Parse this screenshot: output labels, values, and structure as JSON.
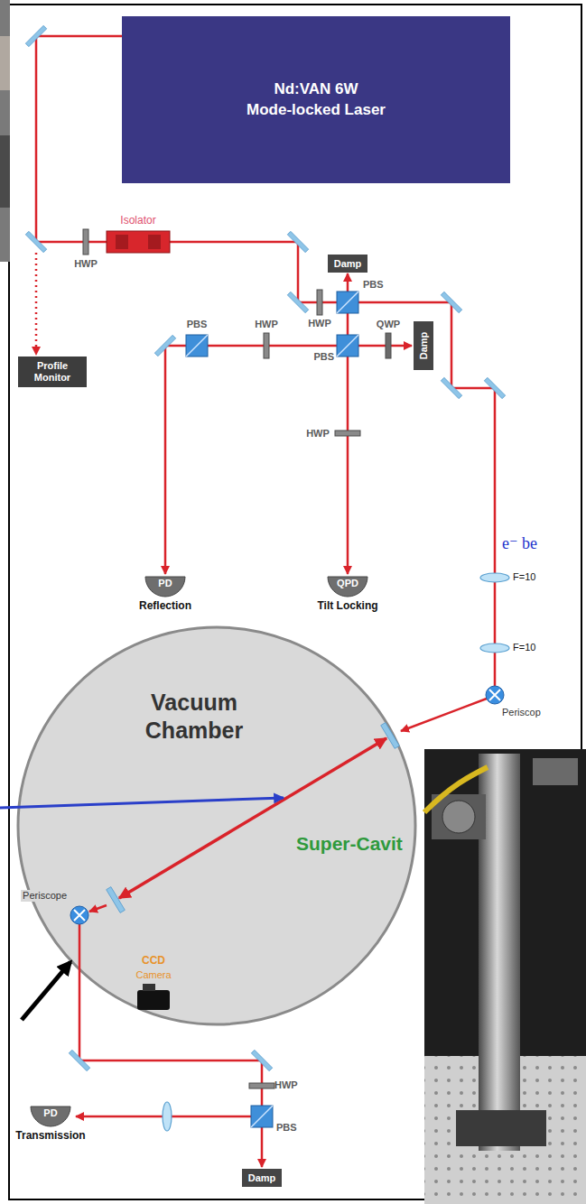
{
  "diagram": {
    "nodes": [
      {
        "text": [
          "Nd:VAN 6W",
          "Mode-locked Laser"
        ]
      },
      {
        "text": [
          "Damp"
        ]
      },
      {
        "text": [
          "Damp"
        ]
      },
      {
        "text": [
          "Profile Monitor"
        ]
      },
      {
        "text": [
          "PD",
          "Reflection"
        ]
      },
      {
        "text": [
          "QPD",
          "Tilt Locking"
        ]
      },
      {
        "text": [
          "Vacuum Chamber",
          "Super-Cavit"
        ]
      },
      {
        "text": [
          "PD",
          "Transmission"
        ]
      },
      {
        "text": [
          "Damp"
        ]
      }
    ],
    "labels": [
      "Isolator",
      "HWP",
      "PBS",
      "HWP",
      "PBS",
      "HWP",
      "QWP",
      "PBS",
      "HWP",
      "e⁻ be",
      "F=10",
      "F=10",
      "Periscop",
      "Periscope",
      "CCD",
      "Camera",
      "HWP",
      "PBS"
    ]
  }
}
